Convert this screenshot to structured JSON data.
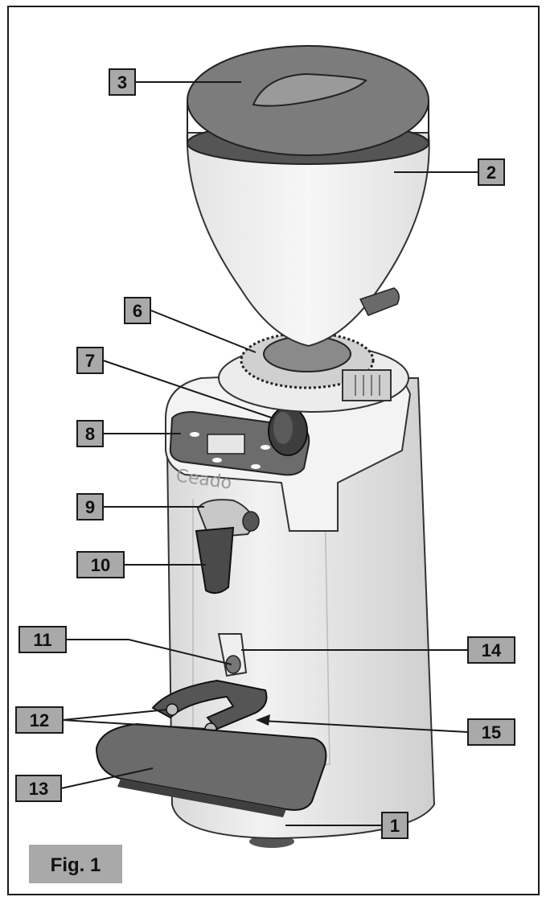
{
  "figure": {
    "caption": "Fig. 1",
    "brand_on_body": "Ceado"
  },
  "callouts": [
    {
      "id": "c1",
      "label": "1"
    },
    {
      "id": "c2",
      "label": "2"
    },
    {
      "id": "c3",
      "label": "3"
    },
    {
      "id": "c6",
      "label": "6"
    },
    {
      "id": "c7",
      "label": "7"
    },
    {
      "id": "c8",
      "label": "8"
    },
    {
      "id": "c9",
      "label": "9"
    },
    {
      "id": "c10",
      "label": "10"
    },
    {
      "id": "c11",
      "label": "11"
    },
    {
      "id": "c12",
      "label": "12"
    },
    {
      "id": "c13",
      "label": "13"
    },
    {
      "id": "c14",
      "label": "14"
    },
    {
      "id": "c15",
      "label": "15"
    }
  ],
  "colors": {
    "callout_fill": "#a9a9a9",
    "body_fill": "#e9e9e9",
    "hopper_fill": "#f0f0f0",
    "lid_fill": "#7a7a7a",
    "tray_fill": "#6e6e6e"
  }
}
